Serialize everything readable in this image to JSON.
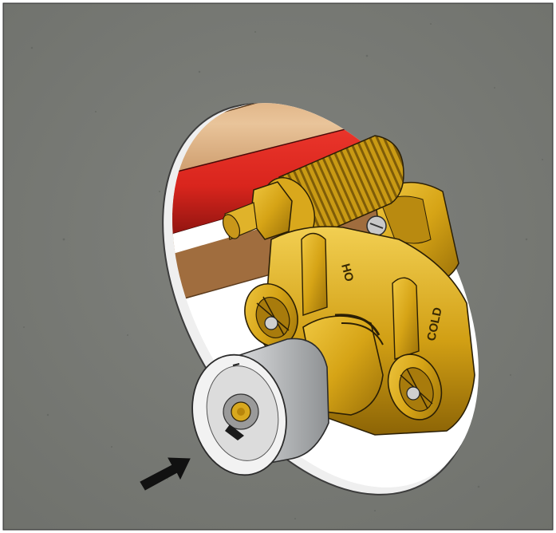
{
  "illustration": {
    "subject": "valve-body-installation-in-wall-opening",
    "icons": [
      "arrow-icon"
    ],
    "valve_markings": {
      "hot": "HO",
      "cold": "COLD"
    },
    "colors": {
      "wall": "#7b7d78",
      "brass": "#d6a416",
      "brass_dark": "#7e5c08",
      "chrome": "#c9cbcc",
      "red_pipe": "#d9251d",
      "stud_wood": "#d9a878",
      "arrow": "#111111"
    }
  }
}
